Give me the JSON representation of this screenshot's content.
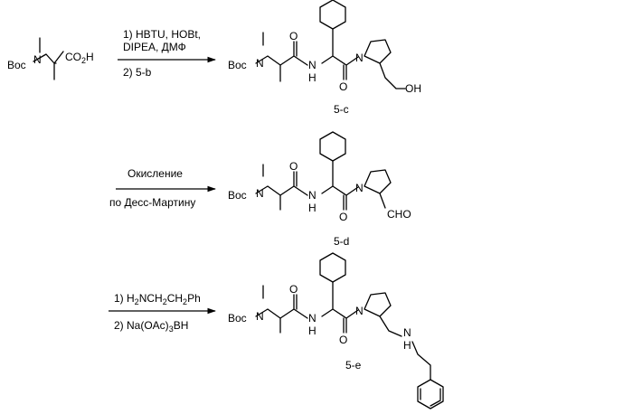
{
  "start": {
    "boc": "Boc",
    "n": "N",
    "co2h": "CO",
    "co2h_sub": "2",
    "co2h_tail": "H"
  },
  "step1": {
    "line1": "1) HBTU, HOBt,",
    "line2": "DIPEA, ДМФ",
    "line3": "2) 5-b"
  },
  "step2": {
    "line1": "Окисление",
    "line2": "по Десс-Мартину"
  },
  "step3": {
    "line1_a": "1) H",
    "line1_s1": "2",
    "line1_b": "NCH",
    "line1_s2": "2",
    "line1_c": "CH",
    "line1_s3": "2",
    "line1_d": "Ph",
    "line2_a": "2) Na(OAc)",
    "line2_s": "3",
    "line2_b": "BH"
  },
  "common": {
    "boc": "Boc",
    "n": "N",
    "nh_n": "N",
    "nh_h": "H",
    "o": "O",
    "n_pro": "N"
  },
  "products": {
    "c": {
      "id": "5-c",
      "group": "OH"
    },
    "d": {
      "id": "5-d",
      "group": "CHO"
    },
    "e": {
      "id": "5-e",
      "nh_n": "N",
      "nh_h": "H"
    }
  }
}
